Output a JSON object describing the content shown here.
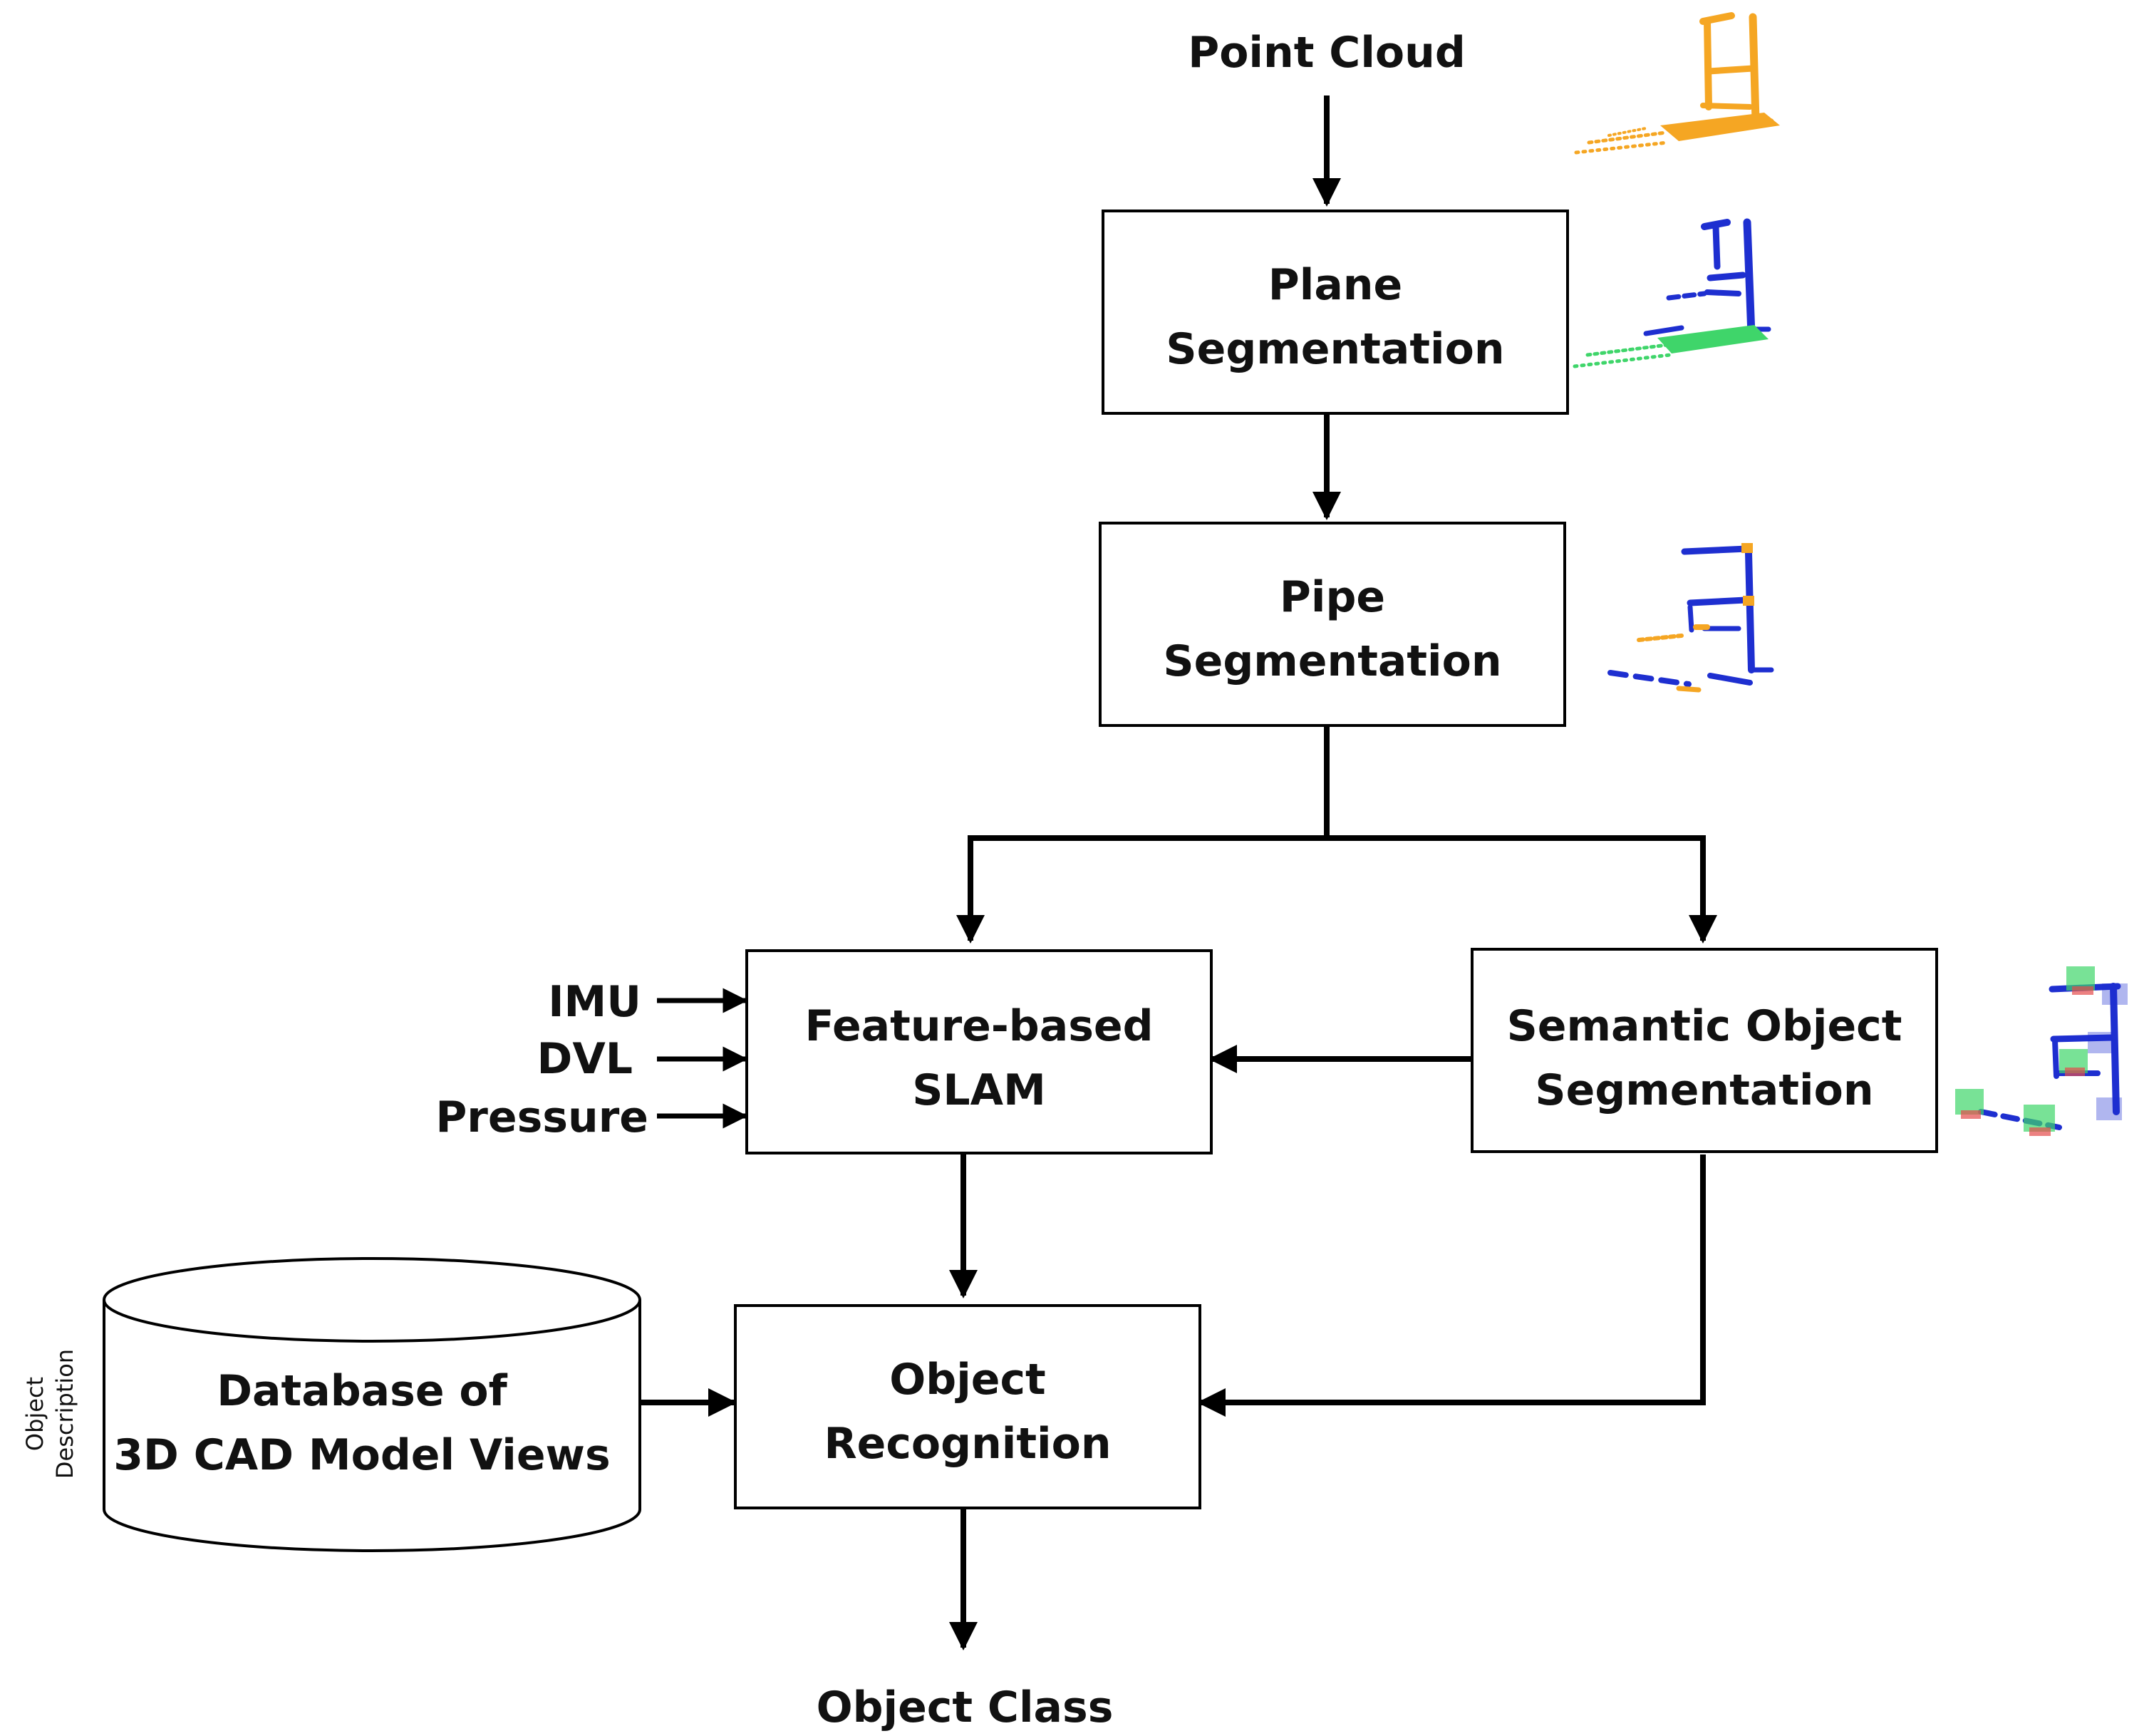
{
  "diagram": {
    "input_label": "Point Cloud",
    "output_label": "Object Class",
    "nodes": {
      "plane_segmentation": {
        "line1": "Plane",
        "line2": "Segmentation"
      },
      "pipe_segmentation": {
        "line1": "Pipe",
        "line2": "Segmentation"
      },
      "feature_slam": {
        "line1": "Feature-based",
        "line2": "SLAM"
      },
      "semantic_segmentation": {
        "line1": "Semantic Object",
        "line2": "Segmentation"
      },
      "object_recognition": {
        "line1": "Object",
        "line2": "Recognition"
      },
      "database": {
        "line1": "Database of",
        "line2": "3D CAD Model Views"
      }
    },
    "sensors": [
      "IMU",
      "DVL",
      "Pressure"
    ],
    "side_label": {
      "line1": "Object",
      "line2": "Description"
    },
    "colors": {
      "orange": "#F5A623",
      "blue": "#1E2FD0",
      "green": "#3FD56A",
      "red": "#E44B4B"
    }
  }
}
